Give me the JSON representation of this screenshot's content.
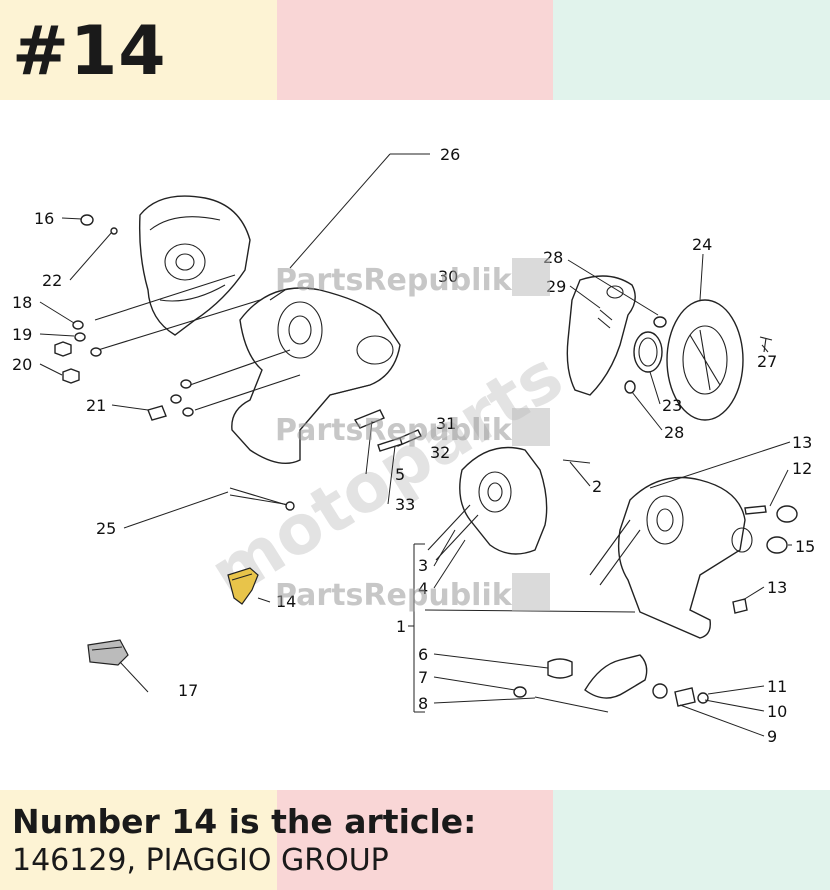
{
  "header": {
    "title": "#14",
    "colors": [
      "#fdf3d4",
      "#f9d6d6",
      "#e1f3ec"
    ]
  },
  "diagram": {
    "callouts": {
      "c1": "1",
      "c2": "2",
      "c3": "3",
      "c4": "4",
      "c5": "5",
      "c6": "6",
      "c7": "7",
      "c8": "8",
      "c9": "9",
      "c10": "10",
      "c11": "11",
      "c12": "12",
      "c13a": "13",
      "c13b": "13",
      "c14": "14",
      "c15": "15",
      "c16": "16",
      "c17": "17",
      "c18": "18",
      "c19": "19",
      "c20": "20",
      "c21": "21",
      "c22": "22",
      "c23": "23",
      "c24": "24",
      "c25": "25",
      "c26": "26",
      "c27": "27",
      "c28a": "28",
      "c28b": "28",
      "c29": "29",
      "c30": "30",
      "c31": "31",
      "c32": "32",
      "c33": "33"
    },
    "watermarks": {
      "brand": "PartsRepublik",
      "diagonal": "motoparts"
    },
    "highlight_color": "#e8c44a"
  },
  "footer": {
    "line1": "Number 14 is the article:",
    "line2": "146129, PIAGGIO GROUP",
    "colors": [
      "#fdf3d4",
      "#f9d6d6",
      "#e1f3ec"
    ]
  }
}
